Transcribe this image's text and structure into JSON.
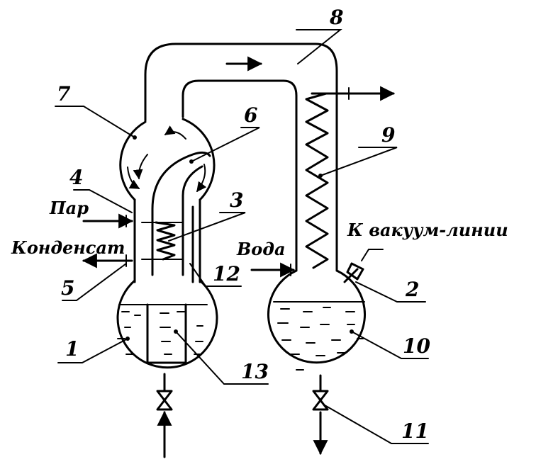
{
  "labels": {
    "steam": "Пар",
    "condensate": "Конденсат",
    "water": "Вода",
    "vacuum": "К вакуум-линии"
  },
  "numbers": {
    "n1": "1",
    "n2": "2",
    "n3": "3",
    "n4": "4",
    "n5": "5",
    "n6": "6",
    "n7": "7",
    "n8": "8",
    "n9": "9",
    "n10": "10",
    "n11": "11",
    "n12": "12",
    "n13": "13"
  }
}
